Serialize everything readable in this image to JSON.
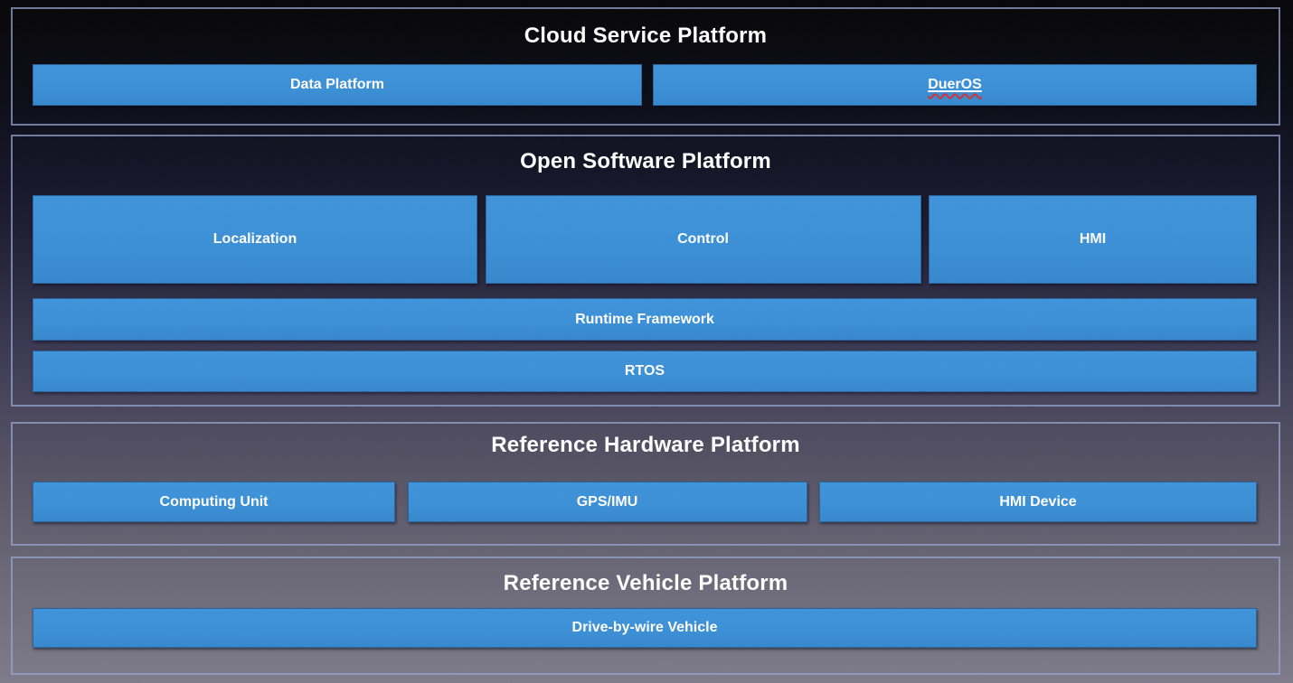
{
  "diagram": {
    "name": "Apollo-style autonomous driving platform architecture",
    "colors": {
      "background_top": "#040406",
      "background_bottom": "#7d7a8a",
      "panel_border": "#96a6d0",
      "block_blue": "#3a8fd6",
      "title_text": "#ffffff",
      "block_text": "#ffffff",
      "spellcheck_underline": "#d62f2f"
    }
  },
  "sections": {
    "cloud": {
      "title": "Cloud Service Platform",
      "blocks": {
        "data_platform": "Data Platform",
        "dueros": "DuerOS"
      }
    },
    "software": {
      "title": "Open Software Platform",
      "blocks": {
        "localization": "Localization",
        "control": "Control",
        "hmi": "HMI",
        "runtime": "Runtime Framework",
        "rtos": "RTOS"
      }
    },
    "hardware": {
      "title": "Reference Hardware Platform",
      "blocks": {
        "computing_unit": "Computing Unit",
        "gps_imu": "GPS/IMU",
        "hmi_device": "HMI Device"
      }
    },
    "vehicle": {
      "title": "Reference Vehicle Platform",
      "blocks": {
        "drive_by_wire": "Drive-by-wire Vehicle"
      }
    }
  }
}
